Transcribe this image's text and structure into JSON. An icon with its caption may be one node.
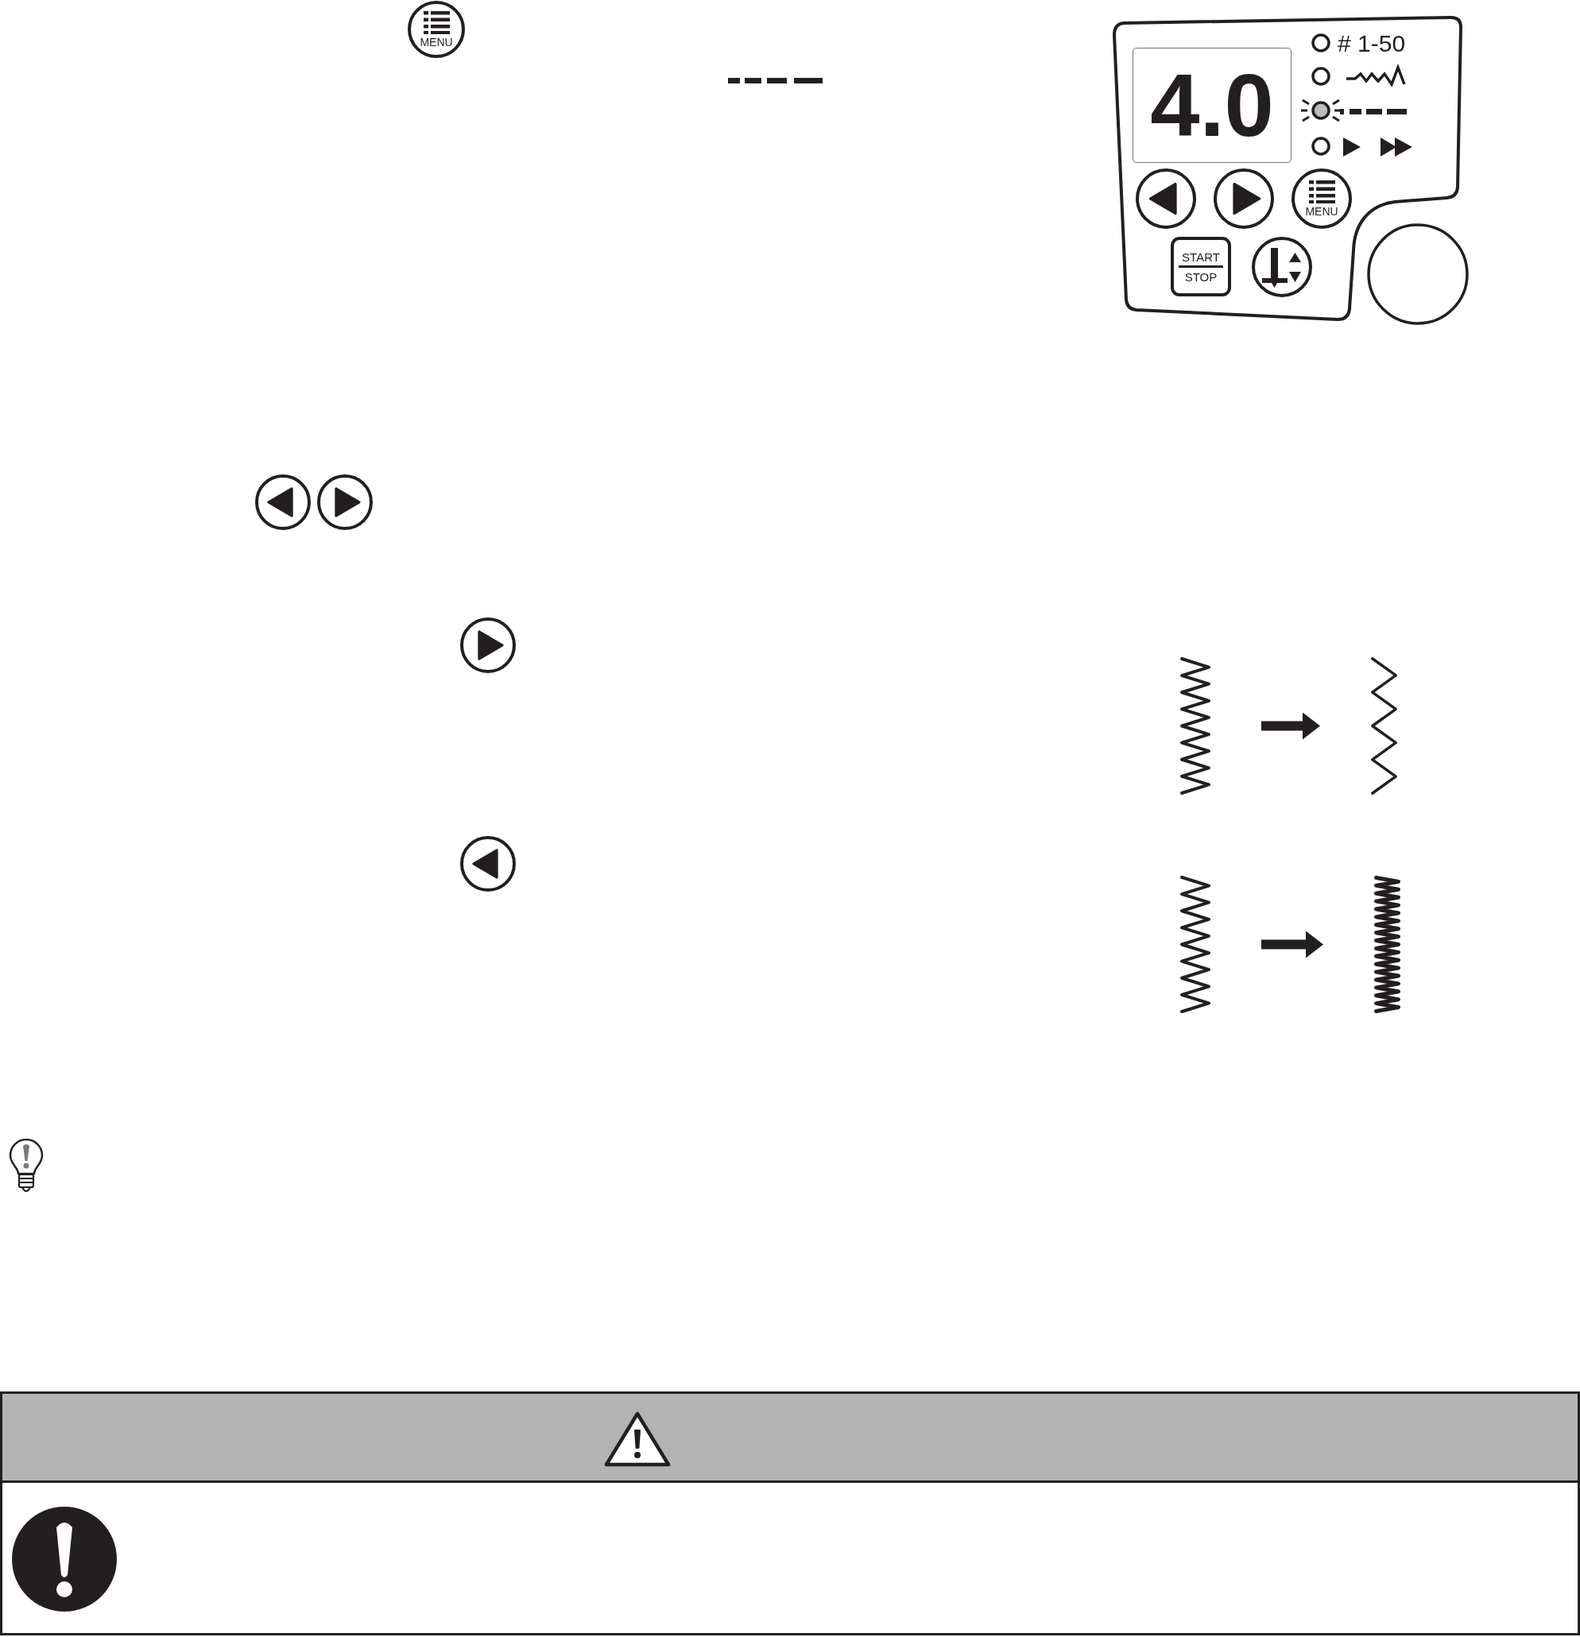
{
  "diagram": {
    "nodes": [
      {
        "text": [],
        "shape": "picture"
      },
      {
        "text": [],
        "shape": "picture"
      },
      {
        "text": [],
        "shape": "picture"
      },
      {
        "text": [],
        "shape": "picture"
      }
    ],
    "edges": [
      {
        "from": 0,
        "to": 1,
        "arrow": "to"
      },
      {
        "from": 2,
        "to": 3,
        "arrow": "to"
      }
    ],
    "labels": [
      "MENU",
      "# 1-50",
      "4.0",
      "MENU",
      "START",
      "STOP"
    ]
  }
}
